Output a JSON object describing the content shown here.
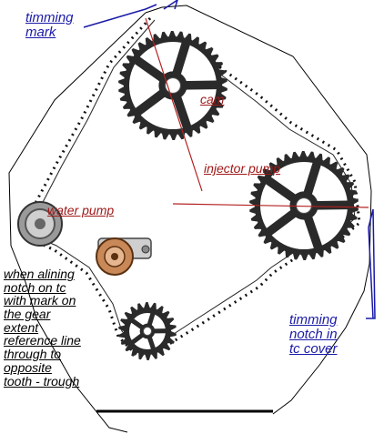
{
  "labels": {
    "timming_mark": [
      "timming",
      "mark"
    ],
    "cam": "cam",
    "injector_pump": "injector pump",
    "water_pump": "water pump",
    "timming_notch": [
      "timming",
      "notch in",
      "tc cover"
    ],
    "instruction": [
      "when alining",
      "notch on tc",
      "with mark on",
      "the gear",
      "extent",
      "reference line",
      "through to",
      "opposite",
      "tooth - trough"
    ]
  },
  "components": [
    {
      "name": "cam sprocket",
      "teeth": 38,
      "spokes": 5
    },
    {
      "name": "injector pump sprocket",
      "teeth": 38,
      "spokes": 5
    },
    {
      "name": "water pump pulley"
    },
    {
      "name": "tensioner pulley"
    },
    {
      "name": "crank sprocket",
      "teeth": 22,
      "spokes": 5
    }
  ],
  "colors": {
    "label_blue": "#1a1aa8",
    "label_red": "#a01818",
    "ref_line_red": "#b42020",
    "sprocket_fill": "#2a2a2a",
    "belt": "#111111"
  }
}
